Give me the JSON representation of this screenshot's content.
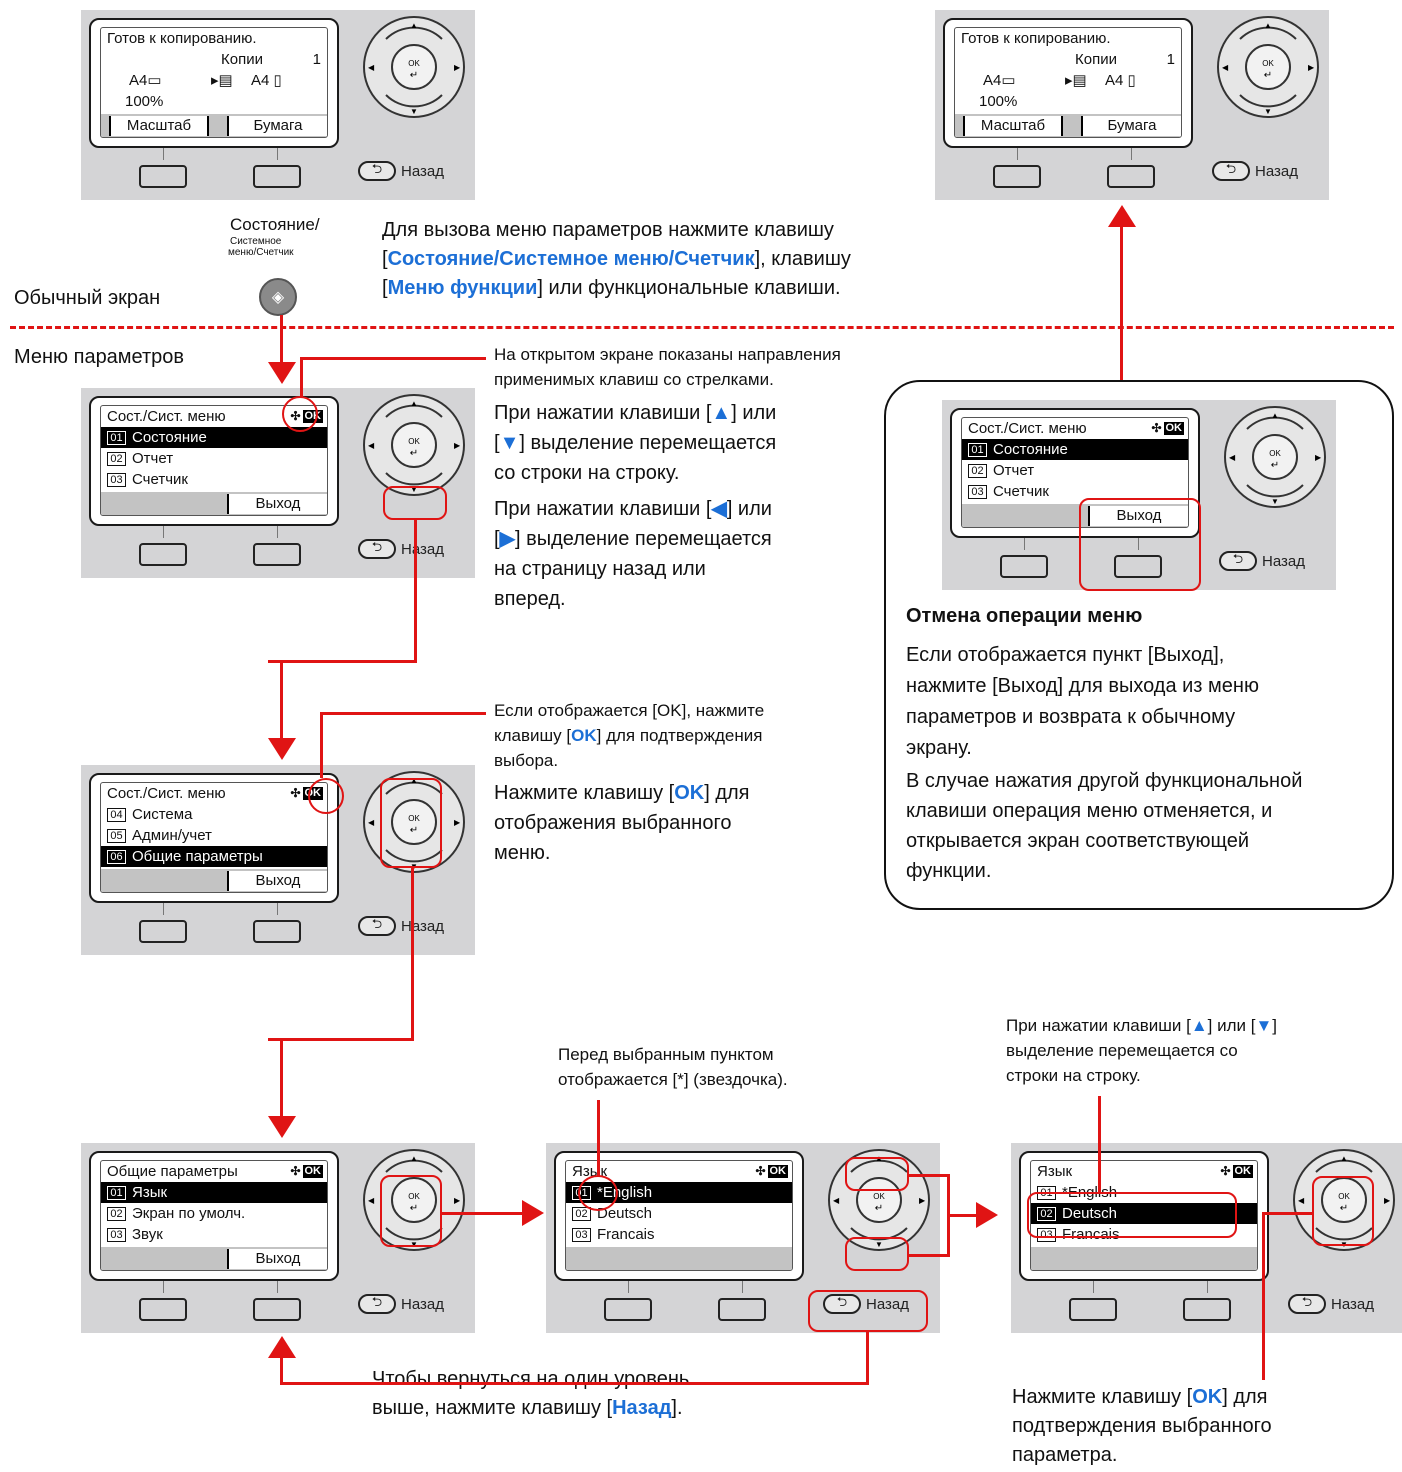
{
  "copy_screen": {
    "title": "Готов к копированию.",
    "copies_label": "Копии",
    "copies_value": "1",
    "size_left": "A4",
    "size_right": "A4",
    "zoom": "100%",
    "soft_left": "Масштаб",
    "soft_right": "Бумага"
  },
  "back_label": "Назад",
  "status_key_label_main": "Состояние/",
  "status_key_label_sub1": "Системное",
  "status_key_label_sub2": "меню/Счетчик",
  "normal_screen_label": "Обычный экран",
  "param_menu_label": "Меню параметров",
  "intro_text": {
    "line1": "Для вызова меню параметров нажмите клавишу",
    "b1_open": "[",
    "b1": "Состояние/Системное меню/Счетчик",
    "b1_close": "], клавишу",
    "b2_open": "[",
    "b2": "Меню функции",
    "b2_close": "] или функциональные клавиши."
  },
  "menu1": {
    "title": "Сост./Сист. меню",
    "items": [
      {
        "n": "01",
        "label": "Состояние"
      },
      {
        "n": "02",
        "label": "Отчет"
      },
      {
        "n": "03",
        "label": "Счетчик"
      }
    ],
    "soft": "Выход"
  },
  "menu2": {
    "title": "Сост./Сист. меню",
    "items": [
      {
        "n": "04",
        "label": "Система"
      },
      {
        "n": "05",
        "label": "Админ/учет"
      },
      {
        "n": "06",
        "label": "Общие параметры"
      }
    ],
    "soft": "Выход"
  },
  "menu3": {
    "title": "Общие параметры",
    "items": [
      {
        "n": "01",
        "label": "Язык"
      },
      {
        "n": "02",
        "label": "Экран по умолч."
      },
      {
        "n": "03",
        "label": "Звук"
      }
    ],
    "soft": "Выход"
  },
  "menu4": {
    "title": "Язык",
    "items": [
      {
        "n": "01",
        "label": "*English"
      },
      {
        "n": "02",
        "label": "Deutsch"
      },
      {
        "n": "03",
        "label": "Francais"
      }
    ]
  },
  "menu5": {
    "title": "Язык",
    "items": [
      {
        "n": "01",
        "label": "*English"
      },
      {
        "n": "02",
        "label": "Deutsch"
      },
      {
        "n": "03",
        "label": "Francais"
      }
    ]
  },
  "ok_icon": "OK",
  "note_arrows": {
    "l1": "На открытом экране показаны направления",
    "l2": "применимых клавиш со стрелками.",
    "p1a": "При нажатии клавиши [",
    "p1b": "] или",
    "p1c": "[",
    "p1d": "] выделение перемещается",
    "p1e": "со строки на строку.",
    "p2a": "При нажатии клавиши [",
    "p2b": "] или",
    "p2c": "[",
    "p2d": "] выделение перемещается",
    "p2e": "на страницу назад или",
    "p2f": "вперед."
  },
  "note_ok": {
    "l1": "Если отображается [OK], нажмите",
    "l2a": "клавишу [",
    "l2b": "OK",
    "l2c": "] для подтверждения",
    "l3": "выбора.",
    "p1a": "Нажмите клавишу [",
    "p1b": "OK",
    "p1c": "] для",
    "p2": "отображения выбранного",
    "p3": "меню."
  },
  "cancel_box": {
    "heading": "Отмена операции меню",
    "p1l1": "Если отображается пункт [Выход],",
    "p1l2": "нажмите [Выход] для выхода из меню",
    "p1l3": "параметров и возврата к обычному",
    "p1l4": "экрану.",
    "p2l1": "В случае нажатия другой функциональной",
    "p2l2": "клавиши операция меню отменяется, и",
    "p2l3": "открывается экран соответствующей",
    "p2l4": "функции."
  },
  "note_star": {
    "l1": "Перед выбранным пунктом",
    "l2": "отображается [*] (звездочка)."
  },
  "note_updown": {
    "l1a": "При нажатии клавиши [",
    "l1b": "] или [",
    "l1c": "]",
    "l2": "выделение перемещается со",
    "l3": "строки на строку."
  },
  "note_back": {
    "l1": "Чтобы вернуться на один уровень",
    "l2a": "выше, нажмите клавишу [",
    "l2b": "Назад",
    "l2c": "]."
  },
  "note_confirm": {
    "l1a": "Нажмите клавишу [",
    "l1b": "OK",
    "l1c": "] для",
    "l2": "подтверждения выбранного",
    "l3": "параметра."
  },
  "colors": {
    "red": "#e01414",
    "blue": "#1c6fd6"
  }
}
